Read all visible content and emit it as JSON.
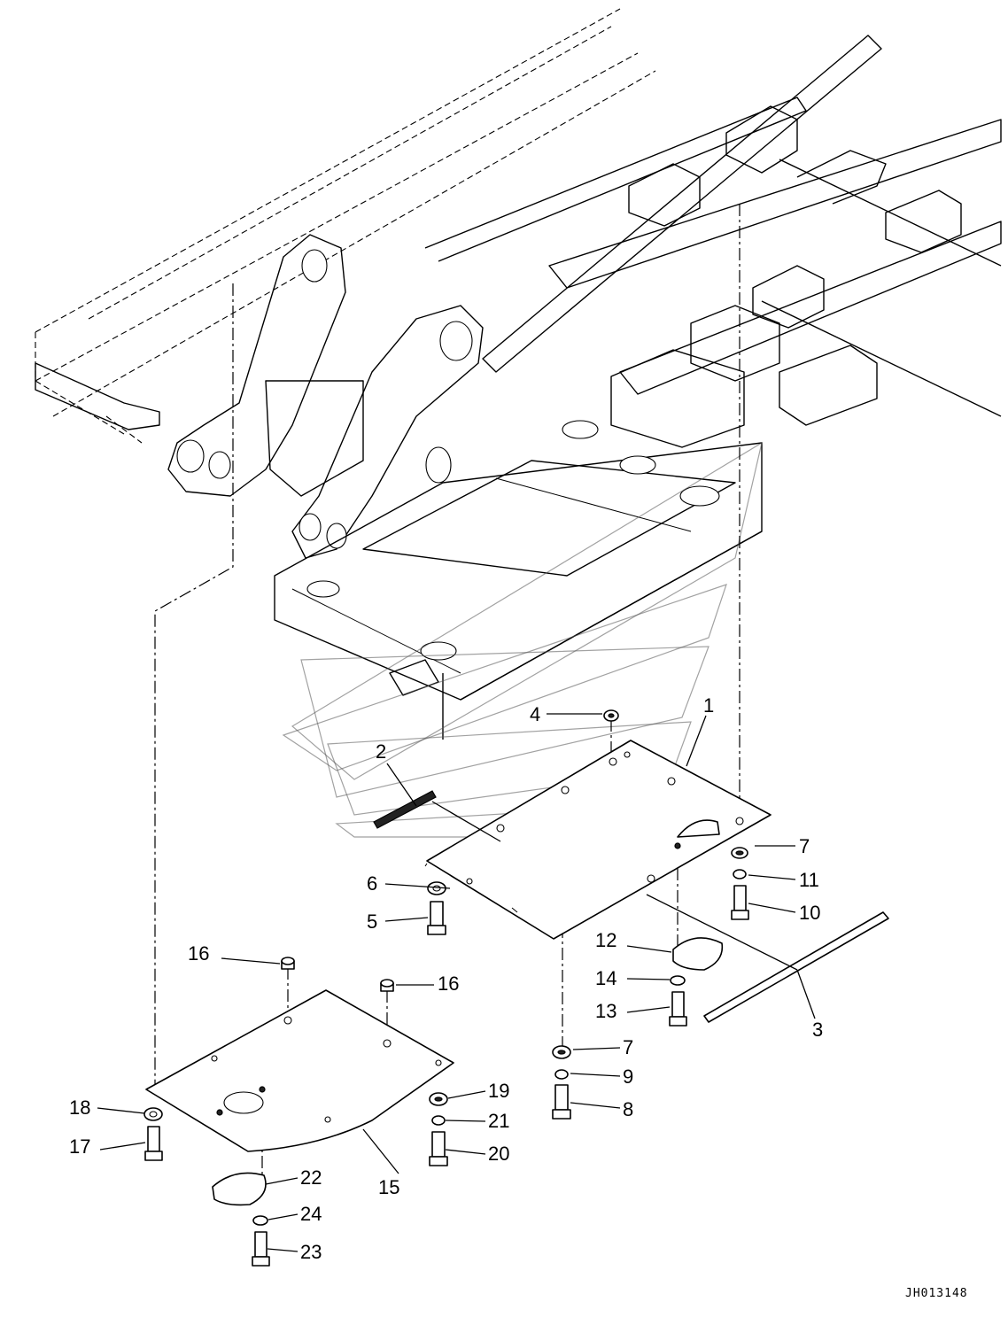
{
  "drawing_number": "JH013148",
  "callouts": {
    "c1": "1",
    "c2": "2",
    "c3": "3",
    "c4": "4",
    "c5": "5",
    "c6": "6",
    "c7a": "7",
    "c7b": "7",
    "c8": "8",
    "c9": "9",
    "c10": "10",
    "c11": "11",
    "c12": "12",
    "c13": "13",
    "c14": "14",
    "c15": "15",
    "c16a": "16",
    "c16b": "16",
    "c17": "17",
    "c18": "18",
    "c19": "19",
    "c20": "20",
    "c21": "21",
    "c22": "22",
    "c23": "23",
    "c24": "24"
  }
}
